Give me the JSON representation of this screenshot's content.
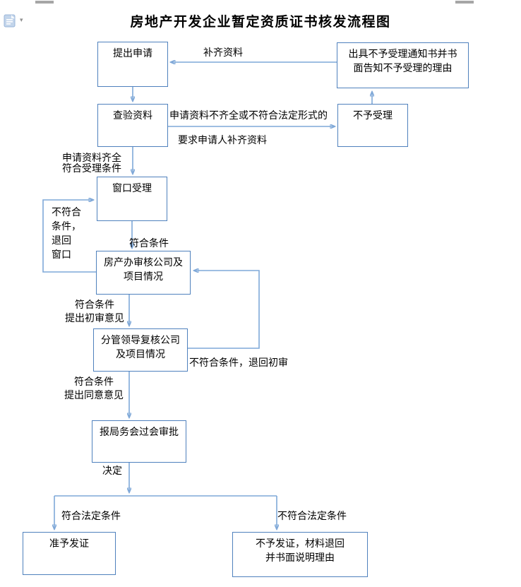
{
  "title": "房地产开发企业暂定资质证书核发流程图",
  "toolbar": {
    "paste_icon": "paste-options-icon",
    "dropdown_glyph": "▾"
  },
  "colors": {
    "box_border": "#4f81bd",
    "box_fill": "#ffffff",
    "connector": "#7fa8d8",
    "text": "#000000",
    "page_marker": "#a6a6a6",
    "paste_icon_fill": "#c3d5eb",
    "paste_icon_stroke": "#9ab5d9"
  },
  "flowchart": {
    "nodes": [
      {
        "id": "submit-application",
        "lines": [
          "提出申请"
        ]
      },
      {
        "id": "issue-rejection-notice",
        "lines": [
          "出具不予受理通知书并书",
          "面告知不予受理的理由"
        ]
      },
      {
        "id": "check-materials",
        "lines": [
          "查验资料"
        ]
      },
      {
        "id": "reject-acceptance",
        "lines": [
          "不予受理"
        ]
      },
      {
        "id": "window-acceptance",
        "lines": [
          "窗口受理"
        ]
      },
      {
        "id": "housing-office-review",
        "lines": [
          "房产办审核公司及",
          "项目情况"
        ]
      },
      {
        "id": "leader-recheck",
        "lines": [
          "分管领导复核公司",
          "及项目情况"
        ]
      },
      {
        "id": "bureau-meeting-approval",
        "lines": [
          "报局务会过会审批"
        ]
      },
      {
        "id": "grant-certificate",
        "lines": [
          "准予发证"
        ]
      },
      {
        "id": "deny-certificate",
        "lines": [
          "不予发证，材料退回",
          "并书面说明理由"
        ]
      }
    ],
    "edge_labels": [
      {
        "id": "supplement-materials",
        "lines": [
          "补齐资料"
        ]
      },
      {
        "id": "materials-incomplete",
        "lines": [
          "申请资料不齐全或不符合法定形式的"
        ]
      },
      {
        "id": "require-supplement",
        "lines": [
          "要求申请人补齐资料"
        ]
      },
      {
        "id": "materials-complete",
        "lines": [
          "申请资料齐全",
          "符合受理条件"
        ]
      },
      {
        "id": "not-qualified-return-window",
        "lines": [
          "不符合",
          "条件，",
          "退回",
          "窗口"
        ]
      },
      {
        "id": "qualified-1",
        "lines": [
          "符合条件"
        ]
      },
      {
        "id": "qualified-initial-opinion",
        "lines": [
          "符合条件",
          "提出初审意见"
        ]
      },
      {
        "id": "not-qualified-return-review",
        "lines": [
          "不符合条件，退回初审"
        ]
      },
      {
        "id": "qualified-agree-opinion",
        "lines": [
          "符合条件",
          "提出同意意见"
        ]
      },
      {
        "id": "decision",
        "lines": [
          "决定"
        ]
      },
      {
        "id": "meets-legal-conditions",
        "lines": [
          "符合法定条件"
        ]
      },
      {
        "id": "not-meets-legal-conditions",
        "lines": [
          "不符合法定条件"
        ]
      }
    ]
  }
}
